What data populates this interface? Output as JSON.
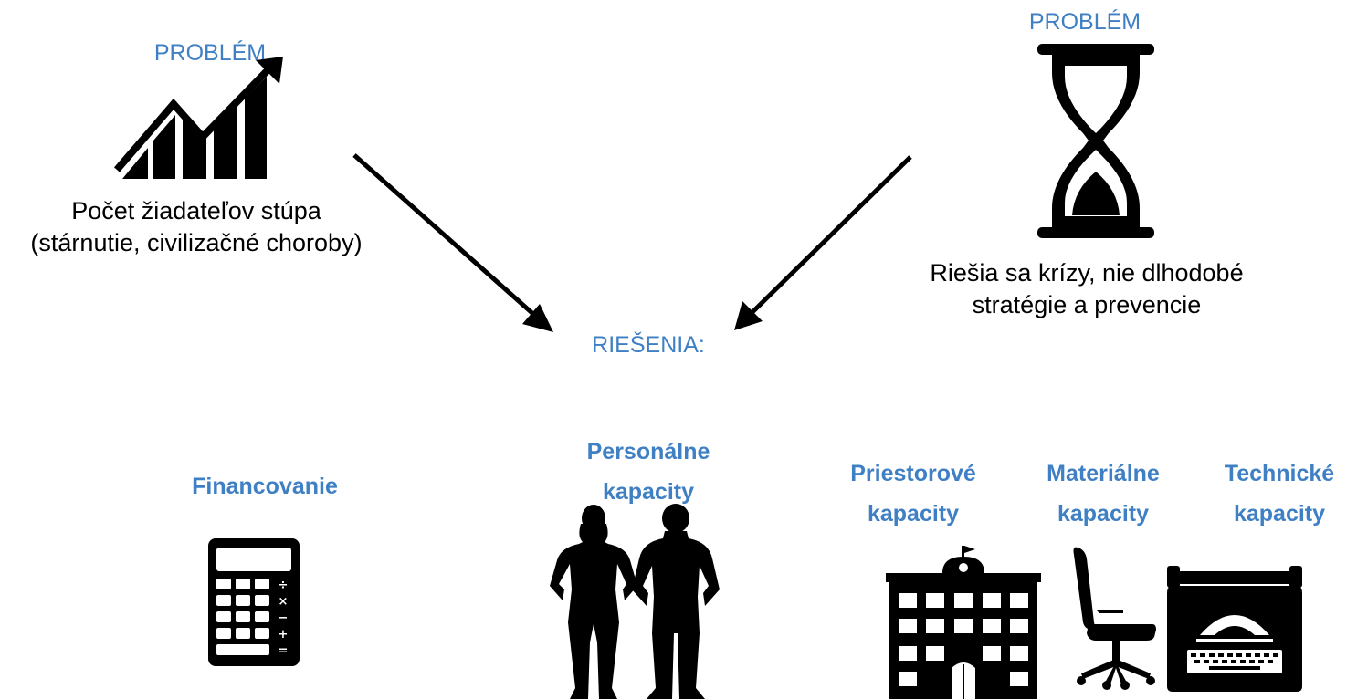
{
  "problems": {
    "left": {
      "label": "PROBLÉM",
      "lines": [
        "Počet žiadateľov stúpa",
        "(stárnutie, civilizačné choroby)"
      ],
      "icon": "growth-chart-icon"
    },
    "right": {
      "label": "PROBLÉM",
      "lines": [
        "Riešia sa krízy, nie dlhodobé",
        "stratégie a prevencie"
      ],
      "icon": "hourglass-icon"
    }
  },
  "solutions_title": "RIEŠENIA:",
  "solutions": [
    {
      "lines": [
        "Financovanie"
      ],
      "icon": "calculator-icon"
    },
    {
      "lines": [
        "Personálne",
        "kapacity"
      ],
      "icon": "people-icon"
    },
    {
      "lines": [
        "Priestorové",
        "kapacity"
      ],
      "icon": "building-icon"
    },
    {
      "lines": [
        "Materiálne",
        "kapacity"
      ],
      "icon": "office-chair-icon"
    },
    {
      "lines": [
        "Technické",
        "kapacity"
      ],
      "icon": "typewriter-icon"
    }
  ],
  "colors": {
    "accent": "#3f7fc4",
    "text": "#000000",
    "background": "#ffffff"
  }
}
